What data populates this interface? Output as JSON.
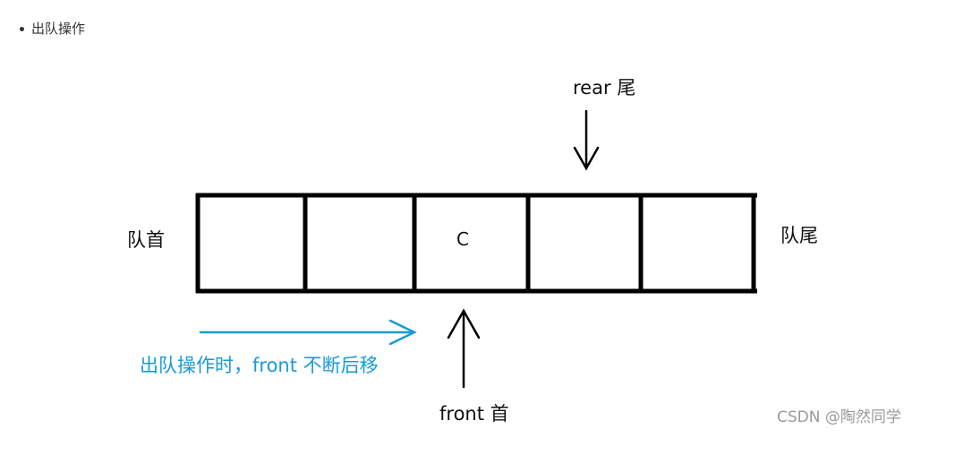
{
  "bullet": {
    "text": "出队操作"
  },
  "diagram": {
    "cells": [
      "",
      "",
      "C",
      "",
      ""
    ],
    "head_label": "队首",
    "tail_label": "队尾",
    "rear_pointer": "rear 尾",
    "front_pointer": "front 首",
    "dequeue_note": "出队操作时，front 不断后移",
    "colors": {
      "structure": "#000000",
      "note": "#1a9ad6"
    }
  },
  "watermark": {
    "text": "CSDN @陶然同学"
  }
}
